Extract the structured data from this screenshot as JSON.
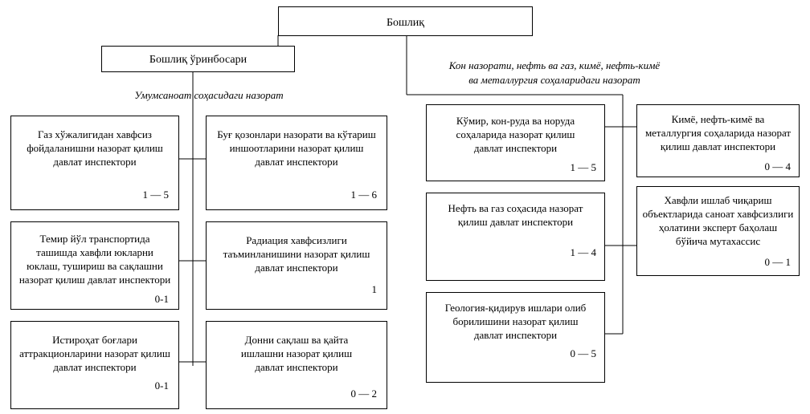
{
  "head": "Бошлиқ",
  "deputy": "Бошлиқ ўринбосари",
  "label_general": "Умумсаноат соҳасидаги назорат",
  "label_mining": "Кон назорати, нефть ва газ, кимё, нефть-кимё\nва металлургия соҳаларидаги назорат",
  "left_column": [
    {
      "text": "Газ хўжалигидан хавфсиз\nфойдаланишни назорат қилиш\nдавлат инспектори",
      "count": "1 — 5"
    },
    {
      "text": "Темир йўл транспортида\nташишда хавфли юкларни\nюклаш, тушириш ва сақлашни\nназорат қилиш давлат инспектори",
      "count": "0-1"
    },
    {
      "text": "Истироҳат боғлари\nаттракционларини назорат қилиш\nдавлат инспектори",
      "count": "0-1"
    }
  ],
  "center_column": [
    {
      "text": "Буғ қозонлари назорати ва кўтариш\nиншоотларини назорат қилиш\nдавлат инспектори",
      "count": "1 — 6"
    },
    {
      "text": "Радиация хавфсизлиги\nтаъминланишини назорат қилиш\nдавлат инспектори",
      "count": "1"
    },
    {
      "text": "Донни сақлаш ва қайта\nишлашни назорат қилиш\nдавлат инспектори",
      "count": "0 — 2"
    }
  ],
  "right_column": [
    {
      "text": "Кўмир, кон-руда ва норуда\nсоҳаларида назорат қилиш\nдавлат инспектори",
      "count": "1 — 5"
    },
    {
      "text": "Нефть ва газ соҳасида назорат\nқилиш давлат инспектори",
      "count": "1 — 4"
    },
    {
      "text": "Геология-қидирув ишлари олиб\nборилишини назорат қилиш\nдавлат инспектори",
      "count": "0 — 5"
    }
  ],
  "far_right_column": [
    {
      "text": "Кимё, нефть-кимё ва\nметаллургия соҳаларида назорат\nқилиш давлат инспектори",
      "count": "0 — 4"
    },
    {
      "text": "Хавфли ишлаб чиқариш\nобъектларида саноат хавфсизлиги\nҳолатини эксперт баҳолаш\nбўйича мутахассис",
      "count": "0 — 1"
    }
  ]
}
